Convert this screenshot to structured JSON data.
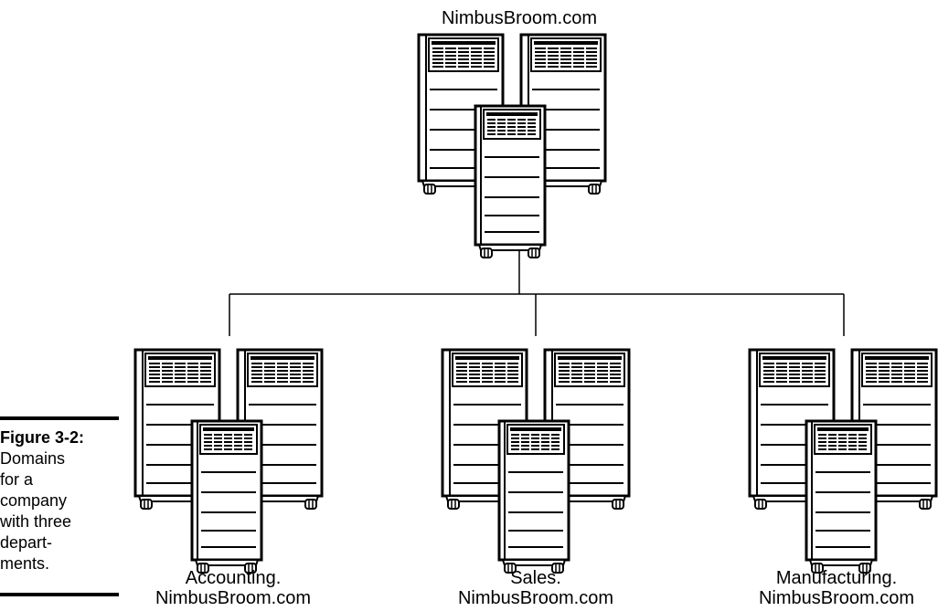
{
  "figure": {
    "number_label": "Figure 3-2:",
    "caption_lines": [
      "Domains",
      "for a",
      "company",
      "with three",
      "depart-",
      "ments."
    ]
  },
  "domains": {
    "root": {
      "lines": [
        "NimbusBroom.com"
      ]
    },
    "children": [
      {
        "lines": [
          "Accounting.",
          "NimbusBroom.com"
        ]
      },
      {
        "lines": [
          "Sales.",
          "NimbusBroom.com"
        ]
      },
      {
        "lines": [
          "Manufacturing.",
          "NimbusBroom.com"
        ]
      }
    ]
  }
}
